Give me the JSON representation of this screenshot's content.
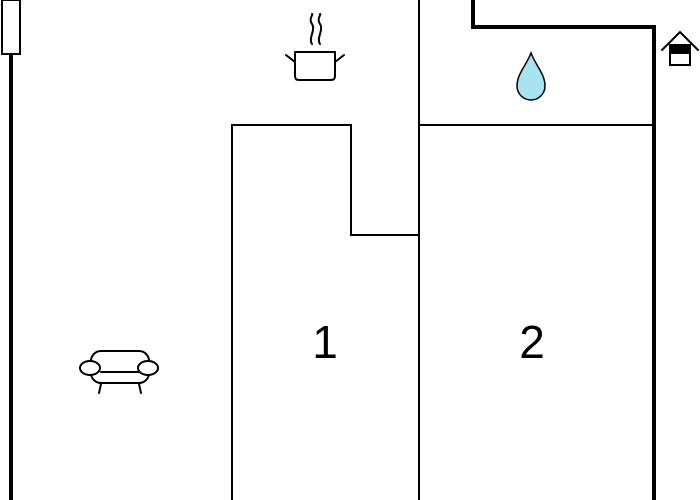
{
  "rooms": [
    {
      "id": "room-1",
      "label": "1"
    },
    {
      "id": "room-2",
      "label": "2"
    }
  ],
  "icons": {
    "kitchen": "cooking-pot-icon",
    "bathroom": "water-drop-icon",
    "living": "sofa-icon",
    "entrance": "house-entrance-icon"
  },
  "colors": {
    "wall": "#000000",
    "water": "#a8e4f0",
    "background": "#ffffff"
  }
}
